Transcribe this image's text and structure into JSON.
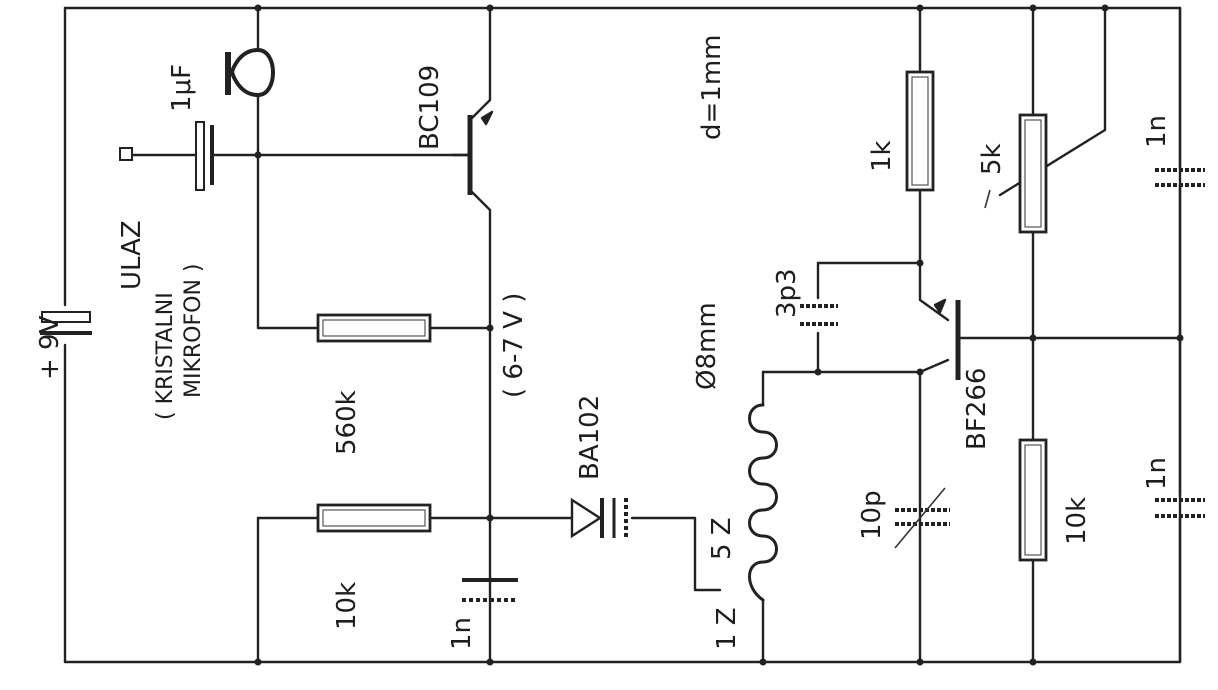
{
  "labels": {
    "supply": "+ 9V",
    "input": "ULAZ",
    "input_note": "( KRISTALNI",
    "input_note2": "MIKROFON )",
    "cap_in": "1μF",
    "transistor1": "BC109",
    "voltage": "( 6-7 V )",
    "r_560k": "560k",
    "r_10k_left": "10k",
    "cap_1n_left": "1n",
    "diode": "BA102",
    "coil_turns": "5 Z",
    "coil_tap": "1 Z",
    "coil_dia": "Ø8mm",
    "wire_dia": "d=1mm",
    "cap_3p3": "3p3",
    "trimmer": "10p",
    "transistor2": "BF266",
    "r_1k": "1k",
    "pot_5k": "5k",
    "r_10k_right": "10k",
    "cap_1n_top": "1n",
    "cap_1n_bottom": "1n"
  }
}
